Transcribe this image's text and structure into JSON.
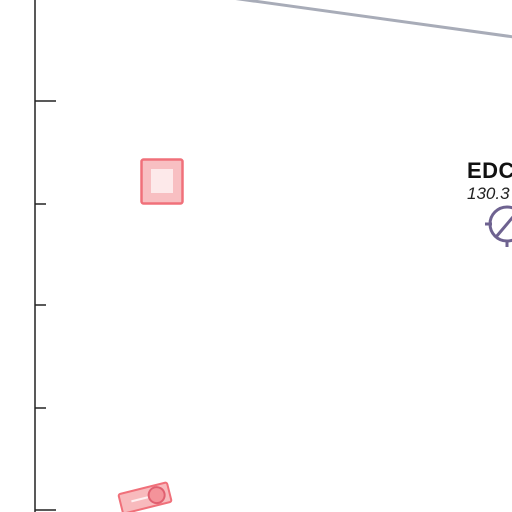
{
  "map": {
    "colors": {
      "background": "#ffffff",
      "route_line": "#a8acb8",
      "scale_bar": "#222222",
      "navaid": "#6e6290",
      "obstacle_fill": "#f6a9ad",
      "obstacle_stroke": "#f0707a"
    },
    "navaid": {
      "ident": "EDC",
      "frequency": "130.3",
      "icon": "vor-navaid-icon"
    },
    "markers": [
      {
        "icon": "square-obstacle-icon"
      },
      {
        "icon": "rotated-obstacle-icon"
      }
    ],
    "scale": {
      "tick_count": 5
    }
  }
}
